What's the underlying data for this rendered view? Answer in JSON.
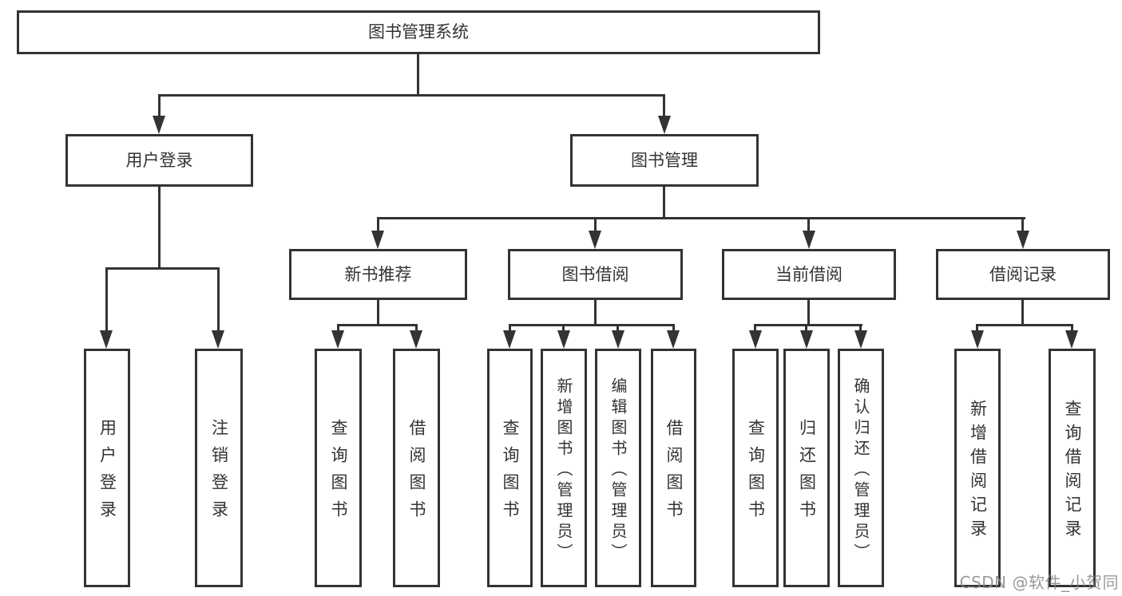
{
  "tree": {
    "root": "图书管理系统",
    "branches": [
      {
        "label": "用户登录",
        "children": [
          "用户登录",
          "注销登录"
        ]
      },
      {
        "label": "图书管理",
        "groups": [
          {
            "label": "新书推荐",
            "children": [
              "查询图书",
              "借阅图书"
            ]
          },
          {
            "label": "图书借阅",
            "children": [
              "查询图书",
              "新增图书（管理员）",
              "编辑图书（管理员）",
              "借阅图书"
            ]
          },
          {
            "label": "当前借阅",
            "children": [
              "查询图书",
              "归还图书",
              "确认归还（管理员）"
            ]
          },
          {
            "label": "借阅记录",
            "children": [
              "新增借阅记录",
              "查询借阅记录"
            ]
          }
        ]
      }
    ]
  },
  "watermark": {
    "text": "CSDN @软件_小贺同学"
  },
  "colors": {
    "line": "#333333",
    "text": "#333333",
    "watermark": "#868686"
  }
}
